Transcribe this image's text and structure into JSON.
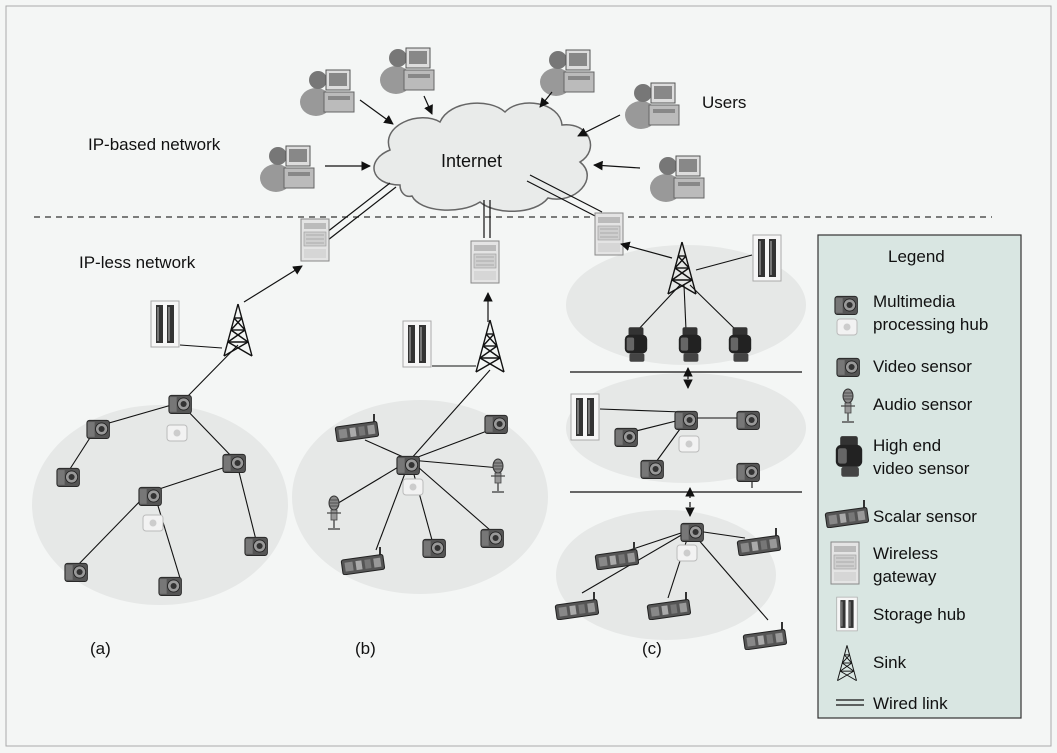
{
  "labels": {
    "users": "Users",
    "ip_based": "IP-based network",
    "internet": "Internet",
    "ip_less": "IP-less network",
    "a": "(a)",
    "b": "(b)",
    "c": "(c)"
  },
  "legend": {
    "title": "Legend",
    "hub_line1": "Multimedia",
    "hub_line2": "processing hub",
    "video": "Video sensor",
    "audio": "Audio sensor",
    "highend_line1": "High end",
    "highend_line2": "video sensor",
    "scalar": "Scalar sensor",
    "gateway_line1": "Wireless",
    "gateway_line2": "gateway",
    "storage": "Storage hub",
    "sink": "Sink",
    "wired": "Wired link"
  },
  "colors": {
    "background": "#f4f6f5",
    "legend_bg": "#d9e6e2",
    "cluster": "#e6e8e7",
    "cloud": "#e9ebea"
  }
}
